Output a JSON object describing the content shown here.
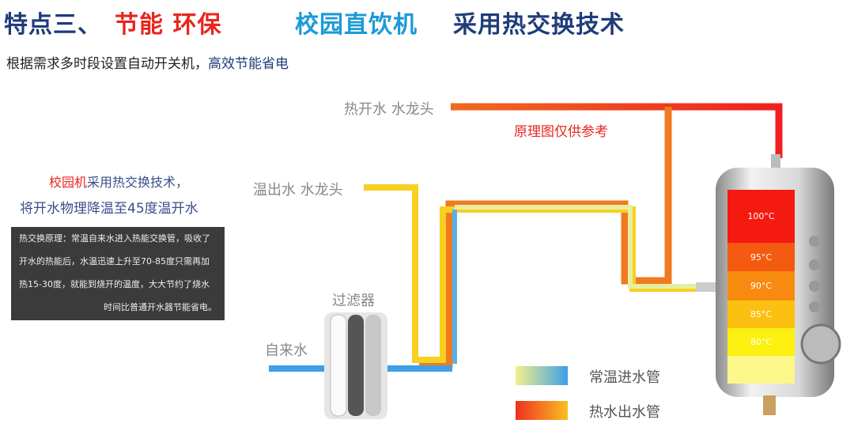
{
  "header": {
    "prefix": "特点三、",
    "feature": "节能 环保",
    "product": "校园直饮机",
    "tech": "采用热交换技术"
  },
  "subtitle": {
    "part1": "根据需求多时段设置自动开关机，",
    "part2": "高效节能省电"
  },
  "intro": {
    "red": "校园机",
    "line1_rest": "采用热交换技术，",
    "line2": "将开水物理降温至45度温开水"
  },
  "description": {
    "lines": [
      "热交换原理：常温自来水进入热能交换管，吸收了",
      "开水的热能后，水温迅速上升至70-85度只需再加",
      "热15-30度，就能到烧开的温度，大大节约了烧水",
      "时间比普通开水器节能省电。"
    ]
  },
  "diagram": {
    "hot_tap": "热开水 水龙头",
    "warm_tap": "温出水 水龙头",
    "note": "原理图仅供参考",
    "filter": "过滤器",
    "tap_water": "自来水",
    "temps": [
      "100°C",
      "95°C",
      "90°C",
      "85°C",
      "80°C"
    ]
  },
  "legend": [
    {
      "label": "常温进水管",
      "colors": [
        "#f5f08a",
        "#3da0e8"
      ]
    },
    {
      "label": "热水出水管",
      "colors": [
        "#f03020",
        "#f8c020"
      ]
    }
  ],
  "colors": {
    "red": "#e8251e",
    "navy": "#1f3c7a",
    "lightblue": "#1b9ad6"
  }
}
